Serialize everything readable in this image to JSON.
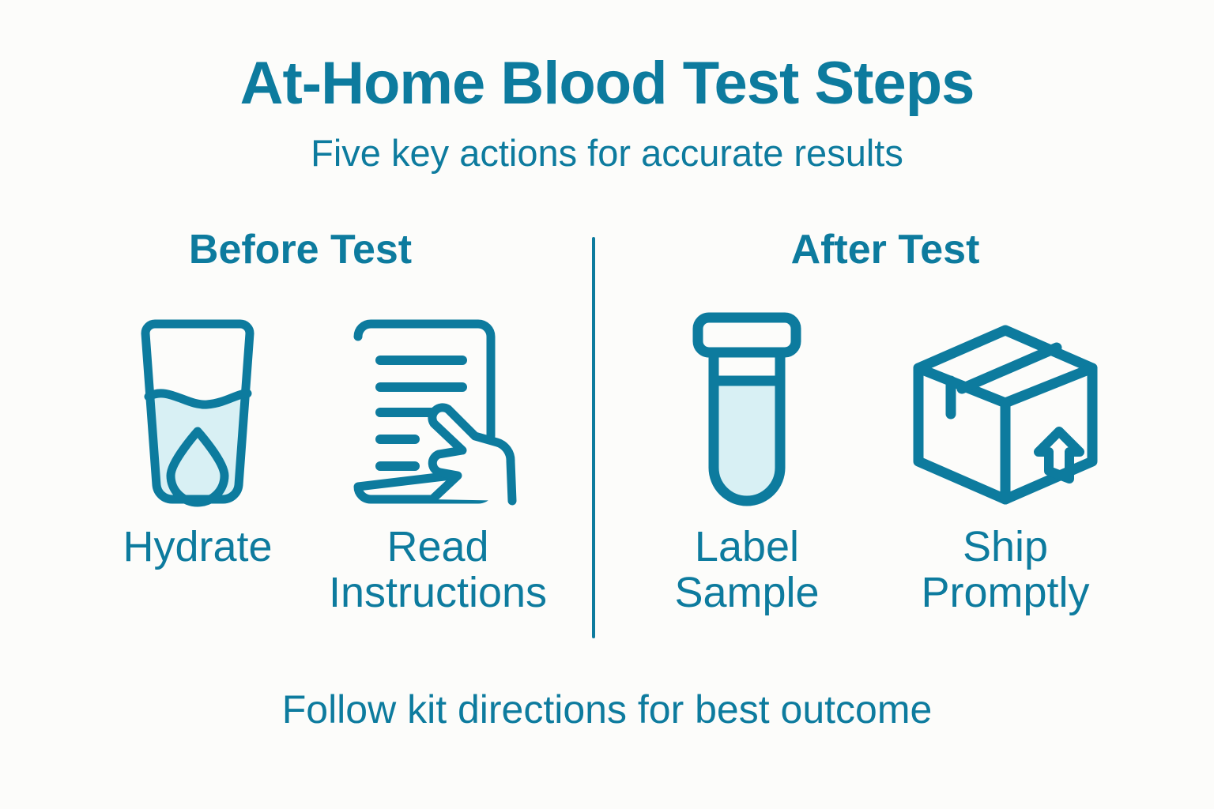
{
  "header": {
    "title": "At-Home Blood Test Steps",
    "subtitle": "Five key actions for accurate results"
  },
  "sections": {
    "before": {
      "heading": "Before Test"
    },
    "after": {
      "heading": "After Test"
    }
  },
  "steps": [
    {
      "id": "hydrate",
      "label": "Hydrate",
      "icon": "water-glass-icon"
    },
    {
      "id": "read",
      "label": "Read\nInstructions",
      "icon": "document-hand-icon"
    },
    {
      "id": "label",
      "label": "Label\nSample",
      "icon": "test-tube-icon"
    },
    {
      "id": "ship",
      "label": "Ship\nPromptly",
      "icon": "shipping-box-icon"
    }
  ],
  "footer": {
    "text": "Follow kit directions for best outcome"
  },
  "colors": {
    "background": "#fcfcfa",
    "accent": "#0d7b9e",
    "fill": "#d8f0f4"
  }
}
